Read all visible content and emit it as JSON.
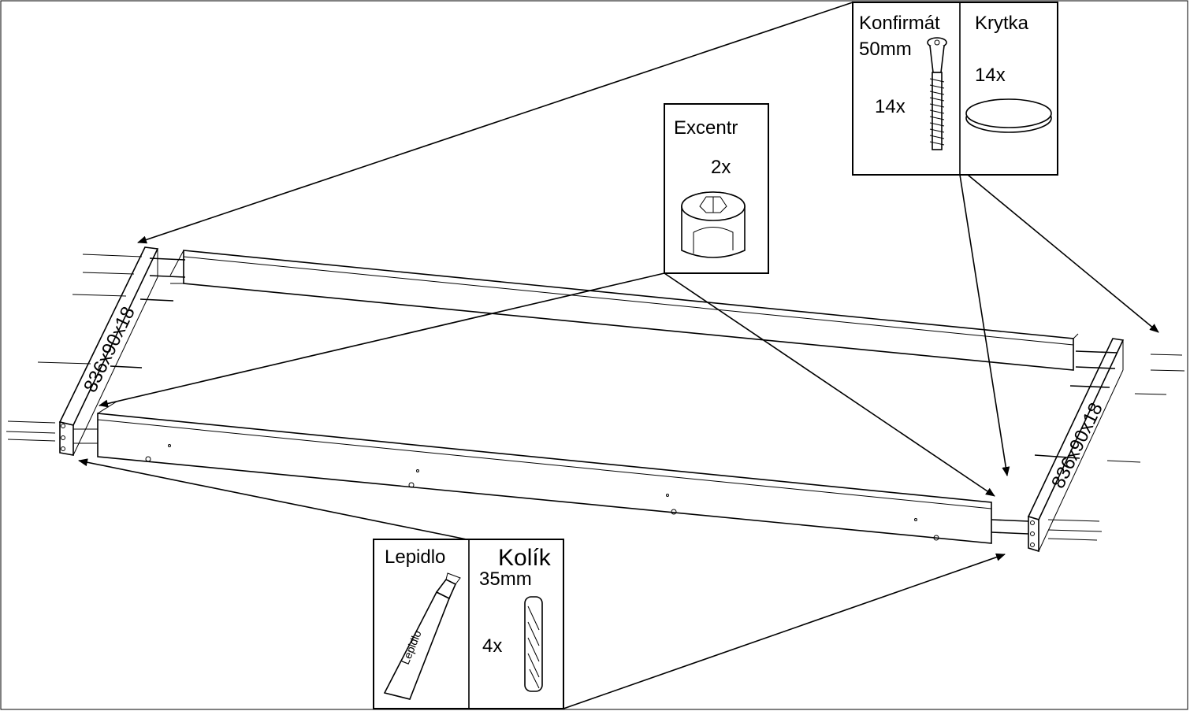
{
  "boxes": {
    "konfirmat": {
      "title": "Konfirmát",
      "size": "50mm",
      "qty": "14x"
    },
    "krytka": {
      "title": "Krytka",
      "qty": "14x"
    },
    "excentr": {
      "title": "Excentr",
      "qty": "2x"
    },
    "lepidlo": {
      "title": "Lepidlo",
      "tube_text": "Lepidlo"
    },
    "kolik": {
      "title": "Kolík",
      "size": "35mm",
      "qty": "4x"
    }
  },
  "panels": {
    "left_dimension": "836x90x18",
    "right_dimension": "836x90x18"
  },
  "icons": [
    "confirmat-screw-icon",
    "cover-cap-icon",
    "cam-lock-icon",
    "glue-tube-icon",
    "dowel-icon"
  ]
}
